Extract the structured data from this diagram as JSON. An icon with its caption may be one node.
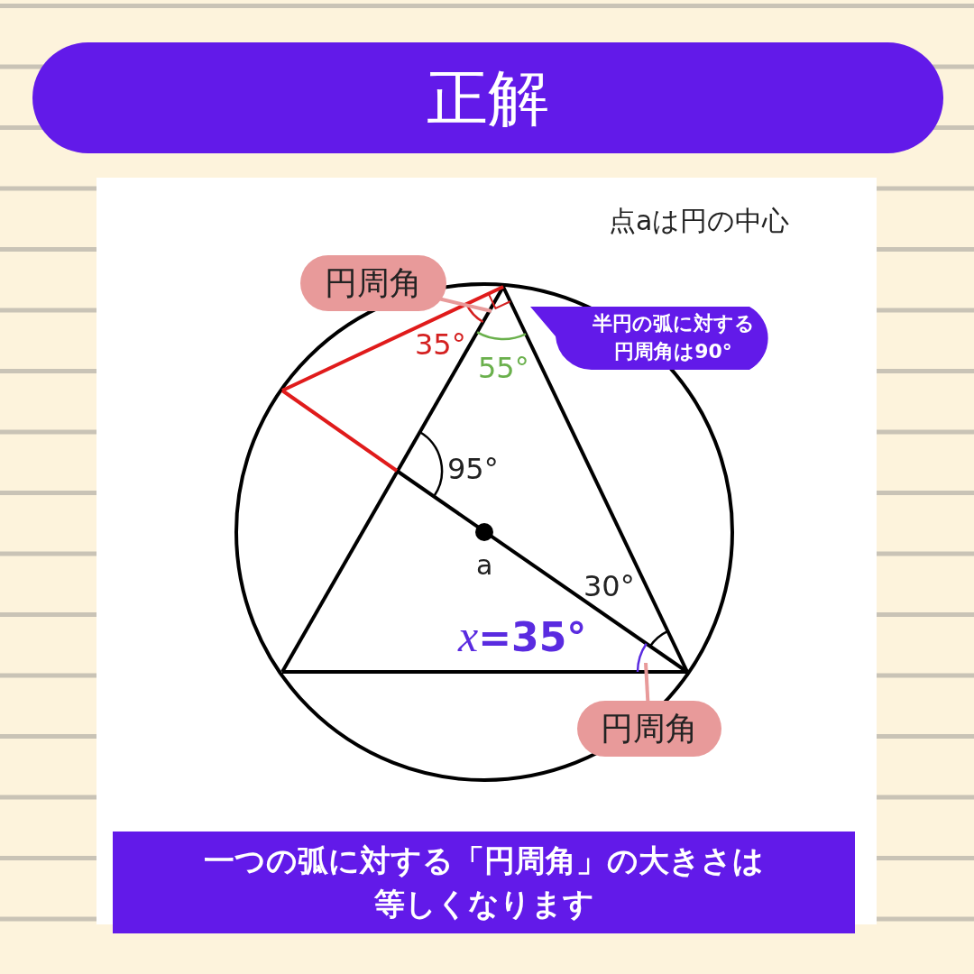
{
  "diagram": {
    "nodes": [
      {
        "text": [
          "正解"
        ]
      },
      {
        "text": [
          "円周角"
        ]
      },
      {
        "text": [
          "半円の弧に対する円周角は90°"
        ]
      },
      {
        "text": [
          "円周角"
        ]
      },
      {
        "text": [
          "一つの弧に対する「円周角」の大きさは等しくなります"
        ]
      }
    ],
    "edges": [
      {
        "from": 1,
        "to": null,
        "arrow": "none"
      },
      {
        "from": 3,
        "to": null,
        "arrow": "none"
      }
    ],
    "labels": [
      "点aは円の中心",
      "35°",
      "55°",
      "95°",
      "a",
      "30°",
      "*x*=35°"
    ]
  }
}
